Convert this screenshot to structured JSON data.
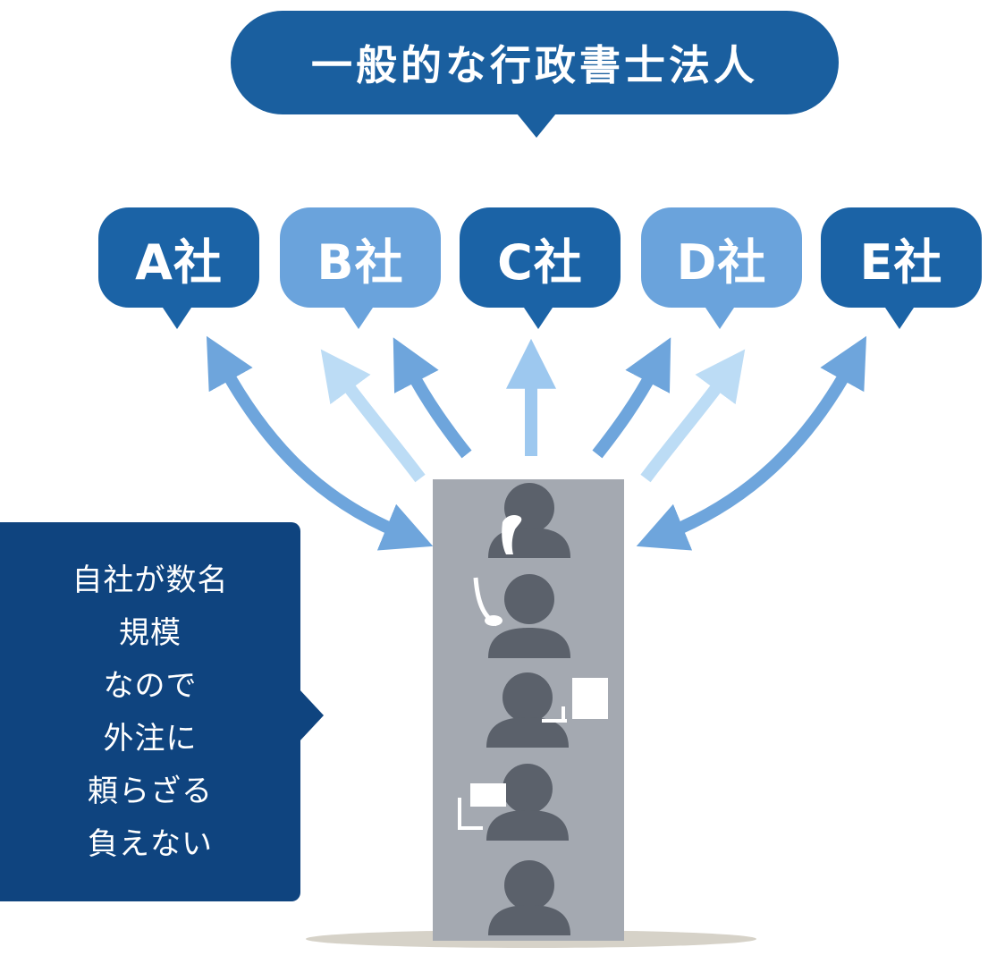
{
  "title": "一般的な行政書士法人",
  "companies": [
    {
      "label": "A社",
      "color": "#1b63a6"
    },
    {
      "label": "B社",
      "color": "#6aa3dc"
    },
    {
      "label": "C社",
      "color": "#1b63a6"
    },
    {
      "label": "D社",
      "color": "#6aa3dc"
    },
    {
      "label": "E社",
      "color": "#1b63a6"
    }
  ],
  "note": {
    "lines": [
      "自社が数名",
      "規模",
      "なので",
      "外注に",
      "頼らざる",
      "負えない"
    ],
    "color": "#0f447f"
  },
  "colors": {
    "title_bg": "#1a5f9f",
    "arrow_dark": "#6ea5dc",
    "arrow_light": "#bcdcf5",
    "arrow_mid": "#9dc8ef",
    "building": "#a4a9b1",
    "person": "#5b616b",
    "ground": "#d6d2c8"
  },
  "icons": {
    "people": [
      "person-with-phone-icon",
      "person-with-headset-icon",
      "person-at-computer-icon",
      "person-at-computer-icon",
      "person-icon"
    ]
  }
}
